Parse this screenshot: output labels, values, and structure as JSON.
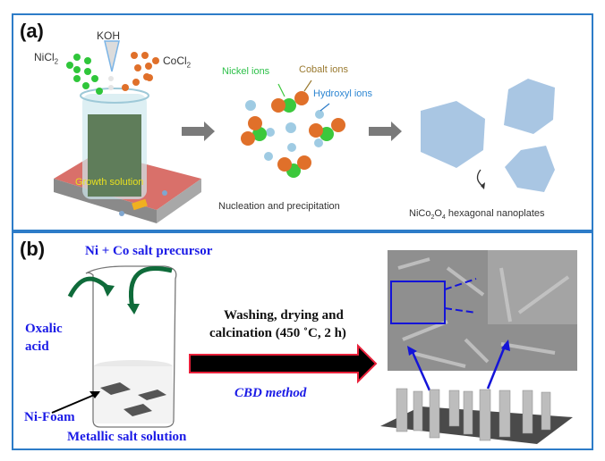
{
  "panel_a": {
    "label": "(a)",
    "reagents": {
      "left": "NiCl",
      "left_sub": "2",
      "top": "KOH",
      "right": "CoCl",
      "right_sub": "2"
    },
    "beaker_label": "Growth solution",
    "ion_labels": {
      "nickel": "Nickel ions",
      "cobalt": "Cobalt ions",
      "hydroxyl": "Hydroxyl ions"
    },
    "step2_caption": "Nucleation and precipitation",
    "product_caption": {
      "a": "NiCo",
      "s1": "2",
      "b": "O",
      "s2": "4",
      "c": " hexagonal nanoplates"
    },
    "colors": {
      "nickel": "#3cc83c",
      "cobalt": "#e0702a",
      "hydroxyl": "#9fcbe3",
      "plate": "#a9c6e3",
      "hotplate": "#d9706a",
      "frame": "#2d7cc8"
    }
  },
  "panel_b": {
    "label": "(b)",
    "precursor_label": "Ni + Co  salt precursor",
    "acid_label_1": "Oxalic",
    "acid_label_2": "acid",
    "foam_label": "Ni-Foam",
    "solution_label": "Metallic salt solution",
    "process_line_1": "Washing, drying and",
    "process_line_2": "calcination (450 ˚C, 2 h)",
    "method_label": "CBD method",
    "colors": {
      "label_blue": "#1b1be6",
      "arrow_fill": "#000000",
      "arrow_stroke": "#e8203a",
      "curved_arrow": "#0f6b3a",
      "sem_box": "#1414d8"
    }
  }
}
